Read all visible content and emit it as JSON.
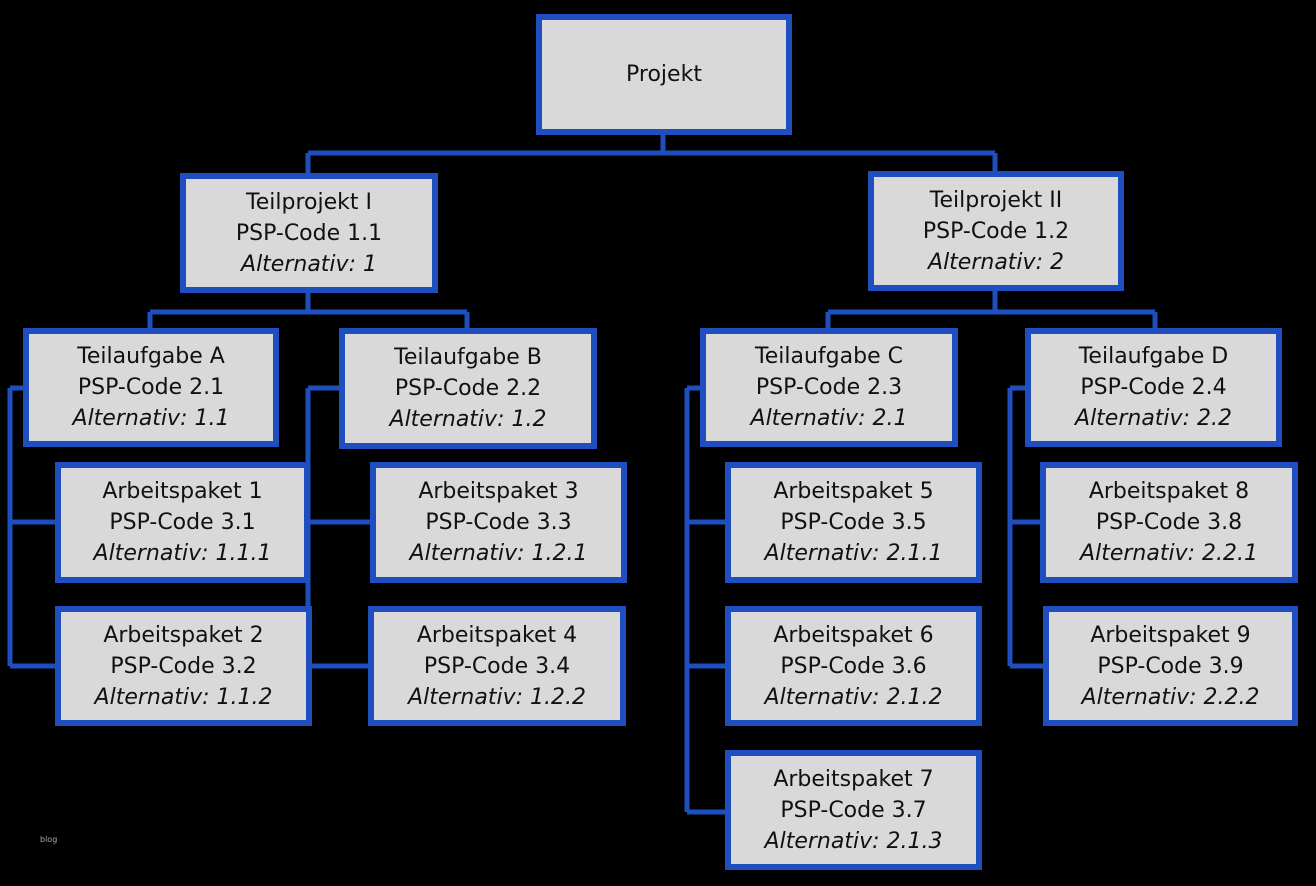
{
  "colors": {
    "background": "#000000",
    "box_fill": "#d9d9d9",
    "box_border": "#1f4fbf",
    "connector": "#1f4fbf"
  },
  "watermark": "blog",
  "nodes": {
    "projekt": {
      "title": "Projekt"
    },
    "teilprojekt_1": {
      "title": "Teilprojekt I",
      "code": "PSP-Code 1.1",
      "alt": "Alternativ: 1"
    },
    "teilprojekt_2": {
      "title": "Teilprojekt II",
      "code": "PSP-Code 1.2",
      "alt": "Alternativ: 2"
    },
    "teilaufgabe_a": {
      "title": "Teilaufgabe A",
      "code": "PSP-Code 2.1",
      "alt": "Alternativ: 1.1"
    },
    "teilaufgabe_b": {
      "title": "Teilaufgabe B",
      "code": "PSP-Code 2.2",
      "alt": "Alternativ: 1.2"
    },
    "teilaufgabe_c": {
      "title": "Teilaufgabe C",
      "code": "PSP-Code 2.3",
      "alt": "Alternativ: 2.1"
    },
    "teilaufgabe_d": {
      "title": "Teilaufgabe D",
      "code": "PSP-Code 2.4",
      "alt": "Alternativ: 2.2"
    },
    "ap1": {
      "title": "Arbeitspaket 1",
      "code": "PSP-Code 3.1",
      "alt": "Alternativ: 1.1.1"
    },
    "ap2": {
      "title": "Arbeitspaket 2",
      "code": "PSP-Code 3.2",
      "alt": "Alternativ: 1.1.2"
    },
    "ap3": {
      "title": "Arbeitspaket 3",
      "code": "PSP-Code 3.3",
      "alt": "Alternativ: 1.2.1"
    },
    "ap4": {
      "title": "Arbeitspaket 4",
      "code": "PSP-Code 3.4",
      "alt": "Alternativ: 1.2.2"
    },
    "ap5": {
      "title": "Arbeitspaket 5",
      "code": "PSP-Code 3.5",
      "alt": "Alternativ: 2.1.1"
    },
    "ap6": {
      "title": "Arbeitspaket 6",
      "code": "PSP-Code 3.6",
      "alt": "Alternativ: 2.1.2"
    },
    "ap7": {
      "title": "Arbeitspaket 7",
      "code": "PSP-Code 3.7",
      "alt": "Alternativ: 2.1.3"
    },
    "ap8": {
      "title": "Arbeitspaket 8",
      "code": "PSP-Code 3.8",
      "alt": "Alternativ: 2.2.1"
    },
    "ap9": {
      "title": "Arbeitspaket 9",
      "code": "PSP-Code 3.9",
      "alt": "Alternativ: 2.2.2"
    }
  }
}
